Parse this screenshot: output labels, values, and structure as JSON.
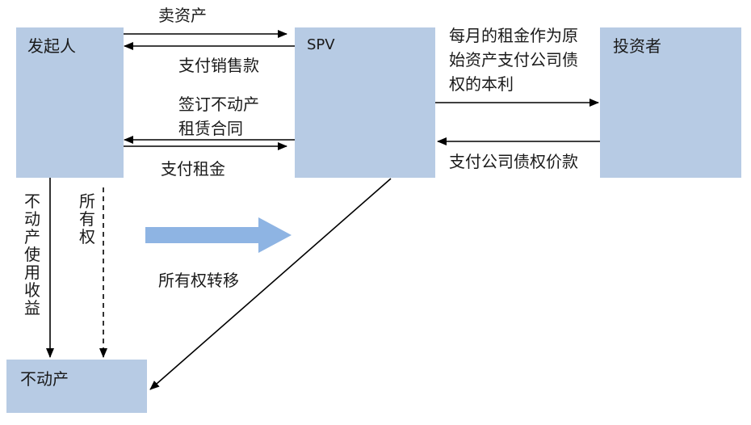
{
  "nodes": {
    "initiator": "发起人",
    "spv": "SPV",
    "investor": "投资者",
    "property": "不动产"
  },
  "edges": {
    "sell_assets": "卖资产",
    "pay_sale_price": "支付销售款",
    "sign_lease": [
      "签订不动产",
      "租赁合同"
    ],
    "pay_rent": "支付租金",
    "monthly_rent": [
      "每月的租金作为原",
      "始资产支付公司债",
      "权的本利"
    ],
    "pay_bond_price": "支付公司债权价款",
    "usage_rights": "不动产使用收益",
    "ownership": "所有权",
    "ownership_transfer": "所有权转移"
  },
  "colors": {
    "box_fill": "#b7cbe4",
    "block_arrow": "#8eb4e3",
    "line": "#000000"
  }
}
